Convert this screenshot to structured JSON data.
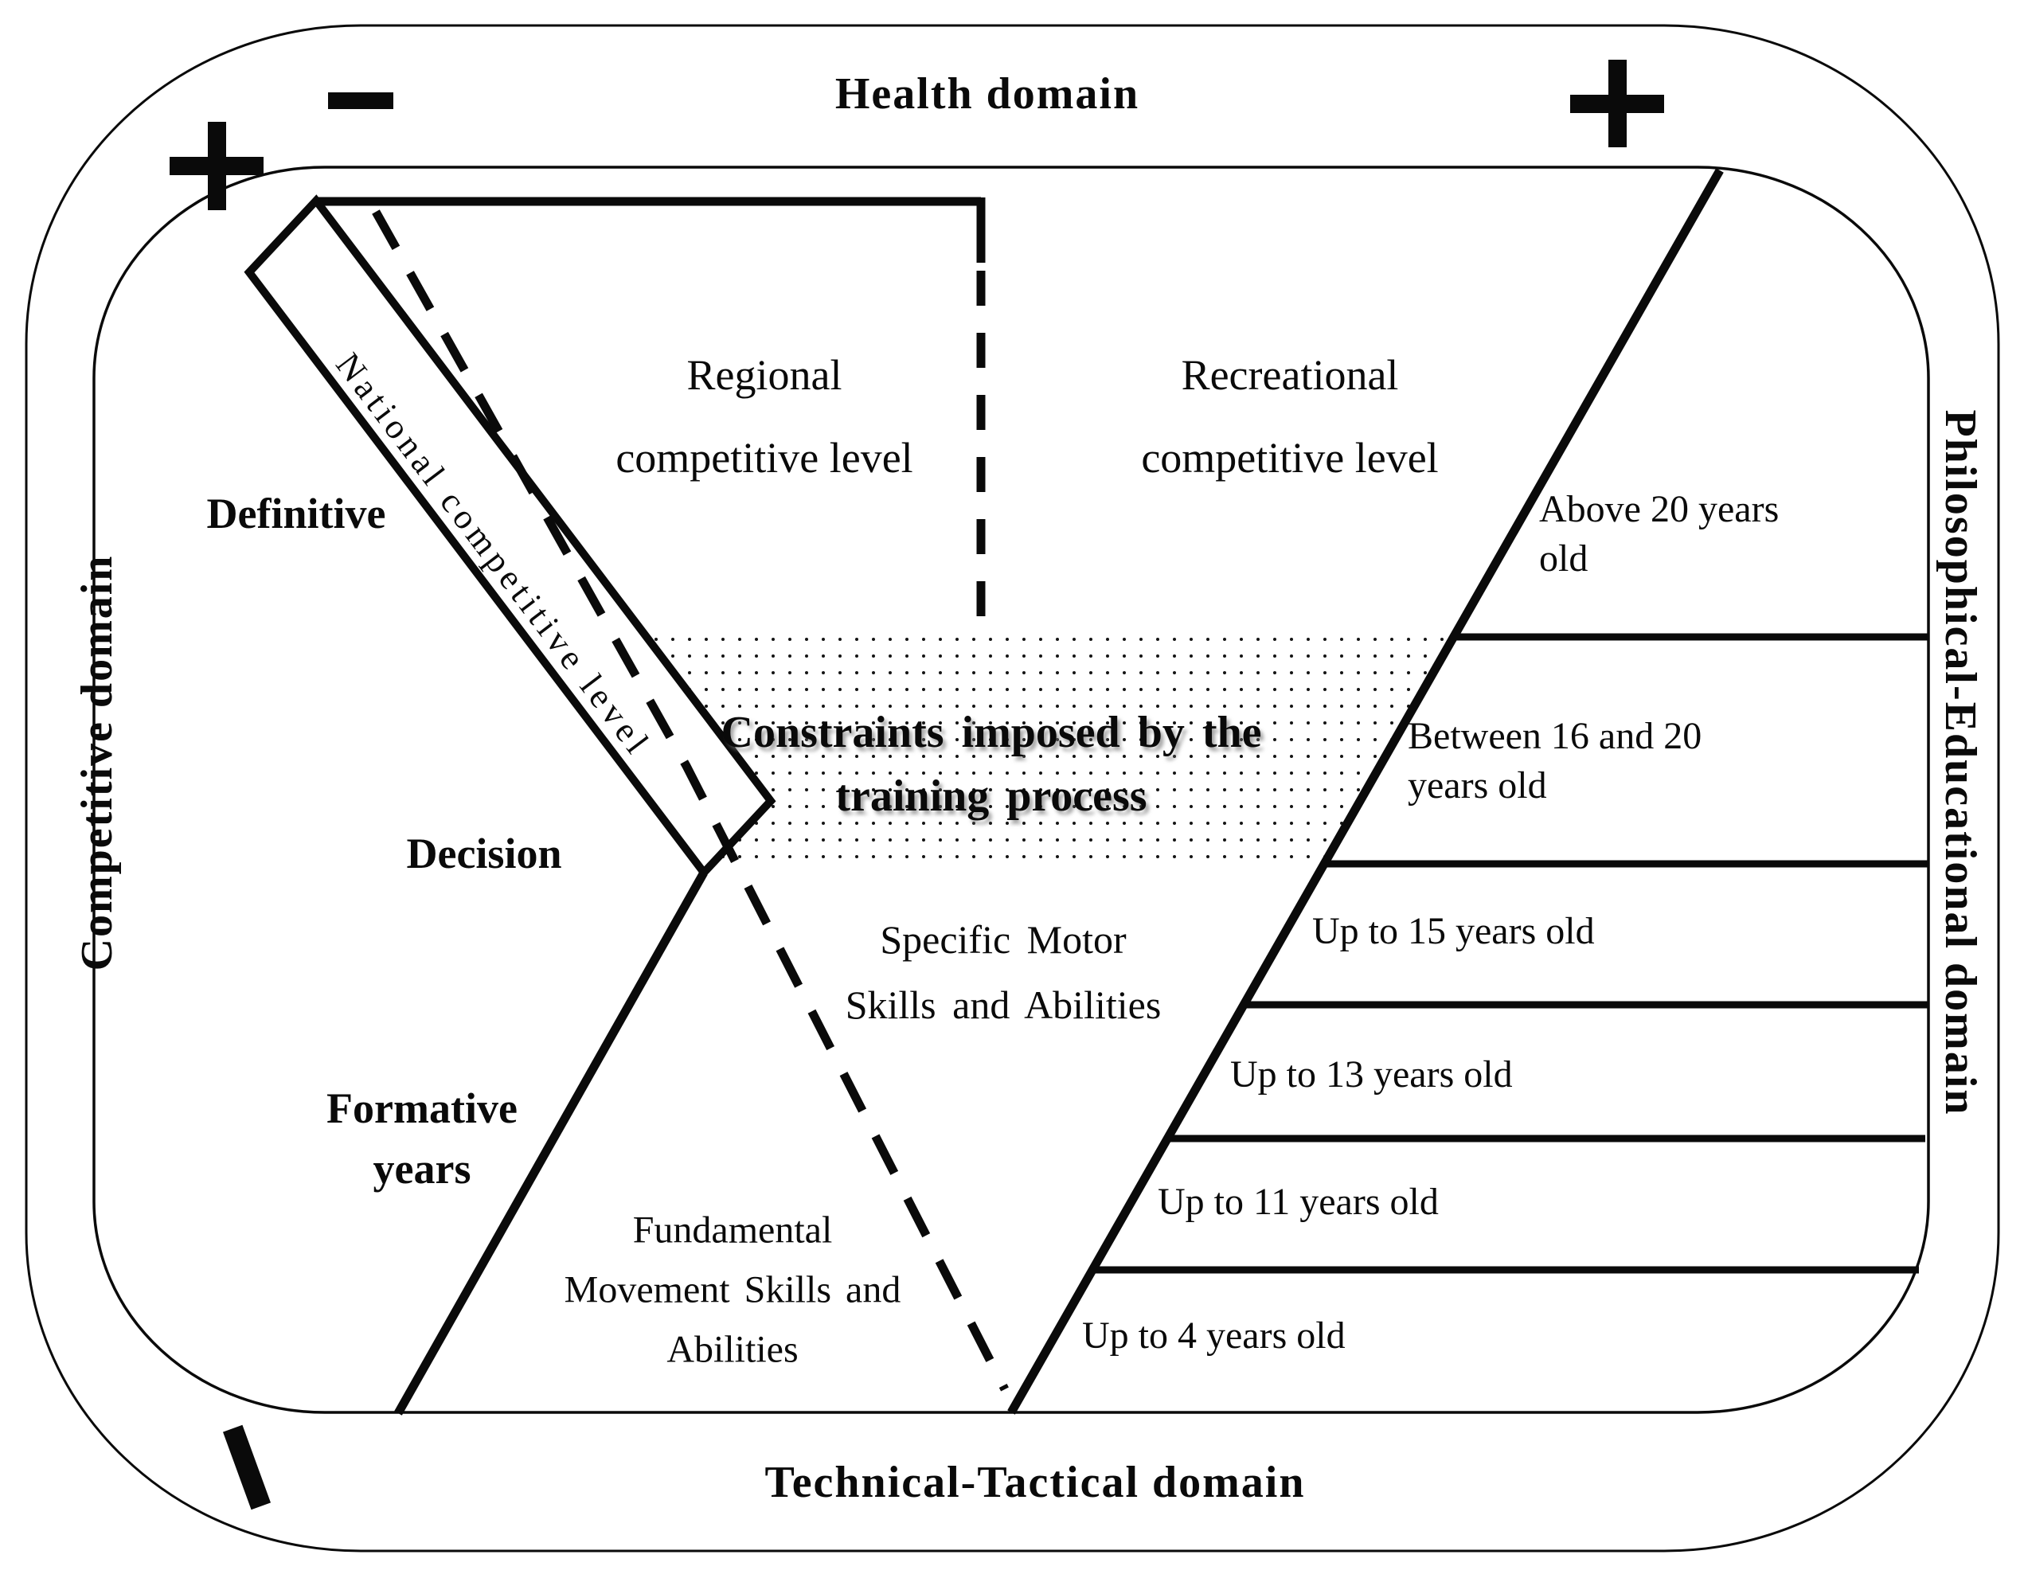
{
  "domains": {
    "top": "Health domain",
    "left": "Competitive domain",
    "right": "Philosophical-Educational domain",
    "bottom": "Technical-Tactical domain"
  },
  "signs": {
    "top_left_plus": "+",
    "top_left_minus": "−",
    "top_right_plus": "+",
    "bottom_left_minus": "−"
  },
  "competitive_levels": {
    "national": "National competitive level",
    "regional": {
      "line1": "Regional",
      "line2": "competitive level"
    },
    "recreational": {
      "line1": "Recreational",
      "line2": "competitive level"
    }
  },
  "stages": {
    "definitive": "Definitive",
    "decision": "Decision",
    "formative": {
      "line1": "Formative",
      "line2": "years"
    }
  },
  "constraints": {
    "line1": "Constraints imposed by the",
    "line2": "training process"
  },
  "skills": {
    "specific": {
      "line1": "Specific Motor",
      "line2": "Skills and Abilities"
    },
    "fundamental": {
      "line1": "Fundamental",
      "line2": "Movement Skills and",
      "line3": "Abilities"
    }
  },
  "age_groups": [
    {
      "line1": "Above 20 years",
      "line2": "old"
    },
    {
      "line1": "Between 16 and 20",
      "line2": "years old"
    },
    {
      "line1": "Up to 15 years old"
    },
    {
      "line1": "Up to 13 years old"
    },
    {
      "line1": "Up to 11 years old"
    },
    {
      "line1": "Up to 4 years old"
    }
  ],
  "colors": {
    "line": "#000000",
    "text": "#0a0a0a",
    "background": "#ffffff",
    "constraints_shadow": "#6e6e6e"
  }
}
